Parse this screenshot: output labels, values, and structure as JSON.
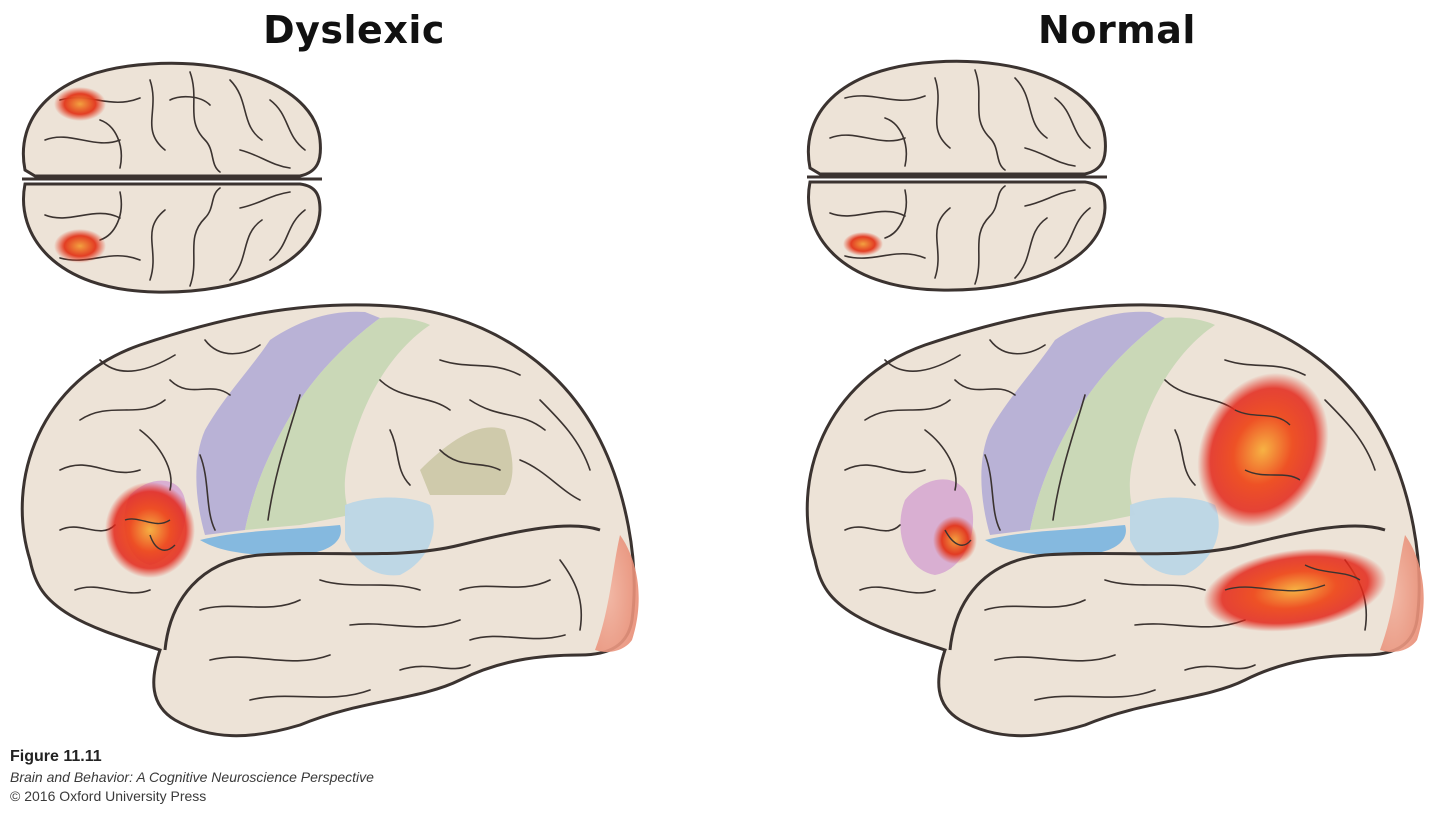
{
  "panels": {
    "left": {
      "title": "Dyslexic"
    },
    "right": {
      "title": "Normal"
    }
  },
  "caption": {
    "figure": "Figure 11.11",
    "book": "Brain and Behavior: A Cognitive Neuroscience Perspective",
    "copyright": "© 2016 Oxford University Press"
  },
  "colors": {
    "brain_fill": "#ede3d7",
    "brain_outline": "#3b3330",
    "motor_cortex": "#b3acd6",
    "somatosensory_cortex": "#c5d6b4",
    "auditory_cortex": "#7fb6df",
    "wernicke_area": "#bcd6e6",
    "broca_area": "#d6a8d2",
    "visual_cortex": "#eea58c",
    "activation_hot": "#e8261a",
    "activation_core": "#f5a03a"
  }
}
